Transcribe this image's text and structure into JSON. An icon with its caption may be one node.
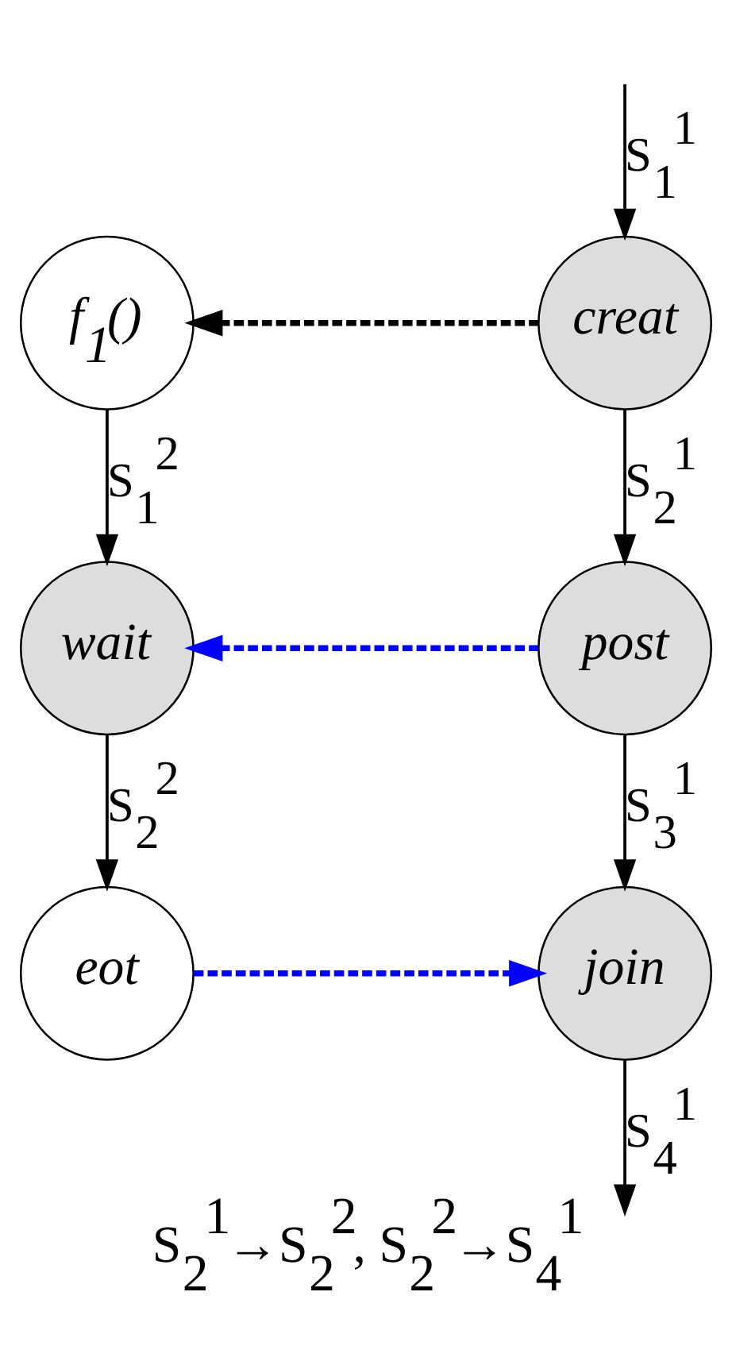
{
  "diagram": {
    "caption": "S$_{2}$$^{1}$→S$_{2}$$^{2}$, S$_{2}$$^{2}$→S$_{4}$$^{1}$",
    "nodes": [
      {
        "text": [
          "f$_{1}$()"
        ]
      },
      {
        "text": [
          "creat"
        ]
      },
      {
        "text": [
          "wait"
        ]
      },
      {
        "text": [
          "post"
        ]
      },
      {
        "text": [
          "eot"
        ]
      },
      {
        "text": [
          "join"
        ]
      }
    ],
    "edges": [
      {
        "from": null,
        "to": 1,
        "arrow": "to",
        "label": "S$_{1}$$^{1}$"
      },
      {
        "from": 1,
        "to": 0,
        "arrow": "to",
        "style": "dashed"
      },
      {
        "from": 0,
        "to": 2,
        "arrow": "to",
        "label": "S$_{1}$$^{2}$"
      },
      {
        "from": 1,
        "to": 3,
        "arrow": "to",
        "label": "S$_{2}$$^{1}$"
      },
      {
        "from": 3,
        "to": 2,
        "arrow": "to",
        "style": "dashed",
        "color": "#0000ff"
      },
      {
        "from": 2,
        "to": 4,
        "arrow": "to",
        "label": "S$_{2}$$^{2}$"
      },
      {
        "from": 3,
        "to": 5,
        "arrow": "to",
        "label": "S$_{3}$$^{1}$"
      },
      {
        "from": 4,
        "to": 5,
        "arrow": "to",
        "style": "dashed",
        "color": "#0000ff"
      },
      {
        "from": 5,
        "to": null,
        "arrow": "to",
        "label": "S$_{4}$$^{1}$"
      }
    ]
  }
}
